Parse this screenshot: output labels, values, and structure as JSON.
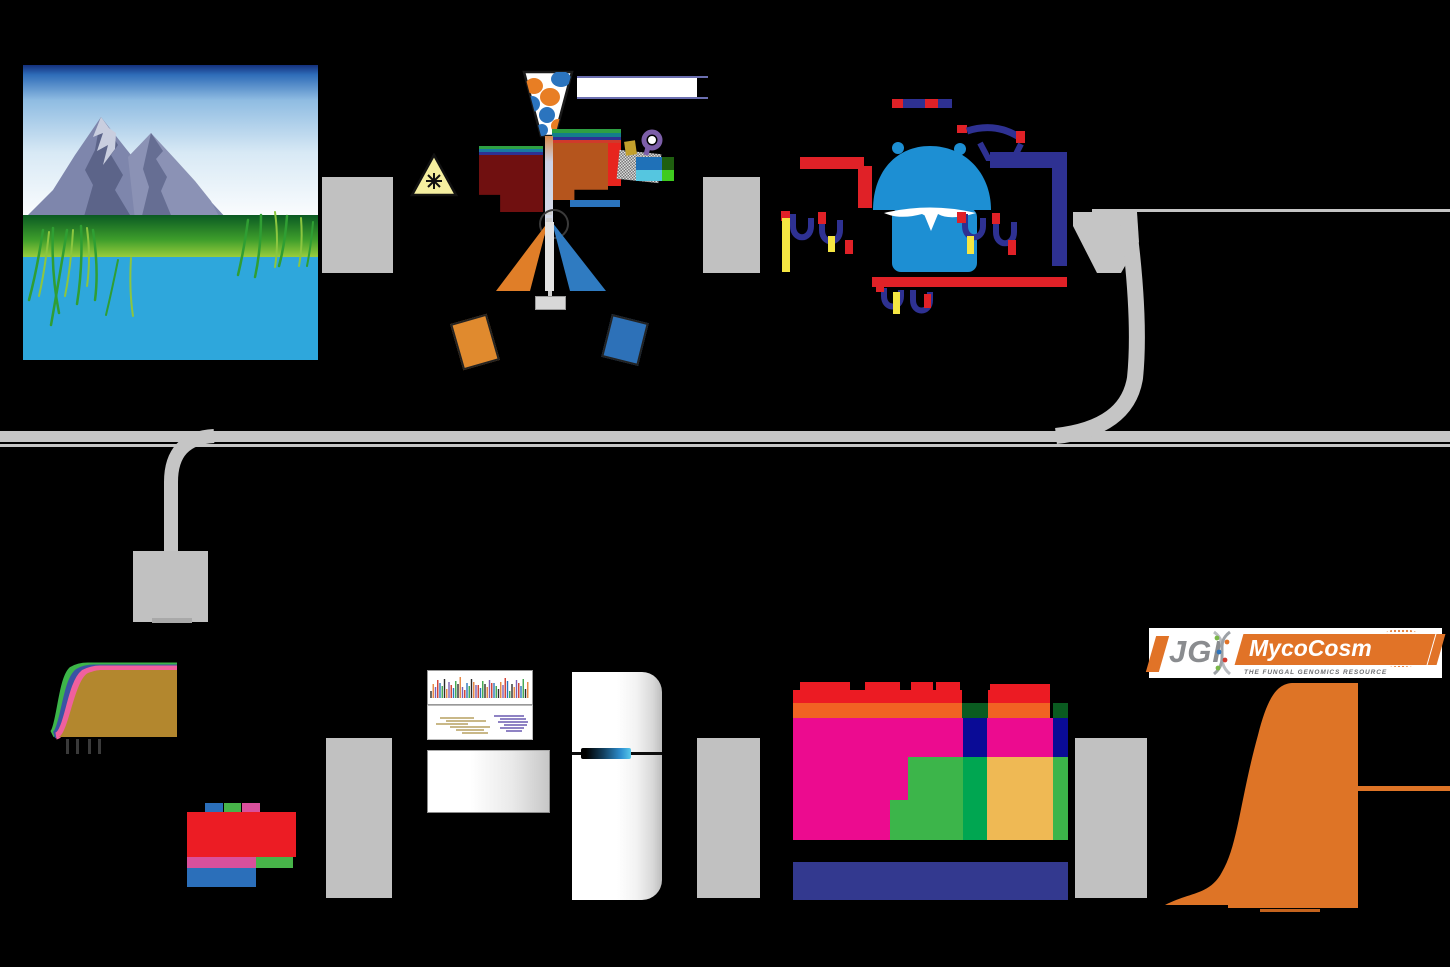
{
  "branding": {
    "jgi_label": "JGI",
    "product_name": "MycoCosm",
    "tagline": "THE FUNGAL GENOMICS RESOURCE"
  },
  "panels": [
    {
      "name": "environment-sample-photo",
      "content": "mountain-grass-pond-illustration"
    },
    {
      "name": "facs-cell-sorter",
      "content": "funnel-laser-deflection-tubes"
    },
    {
      "name": "mda-amplification",
      "content": "polymerase-dna-strands-primers"
    },
    {
      "name": "qpcr-amplification-curves",
      "curve_colors": [
        "#3DB54A",
        "#3A53A4",
        "#F0609E",
        "#B3872E"
      ]
    },
    {
      "name": "marker-gene-screening-blocks",
      "block_colors": [
        "#EC1C24",
        "#D9509C",
        "#47B449",
        "#2B6FBA"
      ]
    },
    {
      "name": "sanger-trace-and-read-alignment",
      "alignment_colors": [
        "#C9B888",
        "#8F83C4"
      ]
    },
    {
      "name": "sequencer-instrument",
      "screen_color": "#2e8fd0"
    },
    {
      "name": "assembly-binning-blocks",
      "block_colors": [
        "#EC1B23",
        "#F16223",
        "#0A5B20",
        "#EC0B8F",
        "#0A0B96",
        "#3CB54A",
        "#00A651",
        "#EFB954",
        "#33398F"
      ]
    },
    {
      "name": "mycocosm-genome-growth-curve",
      "fill_color": "#DE7426"
    }
  ],
  "icons": [
    "laser-warning-icon",
    "detector-camera-icon",
    "magnifier-icon",
    "noise-filter-icon",
    "sample-funnel-icon",
    "collection-tube-orange-icon",
    "collection-tube-blue-icon",
    "flow-arrow-icon",
    "dna-helix-icon",
    "polymerase-icon",
    "primer-squiggle-icon"
  ],
  "palette": {
    "background": "#000000",
    "connector_gray": "#C5C5C5",
    "arrow_gray": "#C1C1C1",
    "facs_maroon": "#701010",
    "facs_rust": "#B5551D",
    "facs_red": "#E7251E",
    "facs_orange": "#E07E28",
    "facs_blue": "#2F7BC1",
    "laser_yellow": "#F5EFA0",
    "mda_blue": "#1D8FD3",
    "mda_red": "#E02127",
    "mda_navy": "#2E3192",
    "mda_yellow": "#F5E642",
    "water_blue": "#2EA7DC",
    "brand_orange": "#E17327",
    "growth_orange": "#DE7426"
  },
  "trace_peak_colors": [
    "#D23B2F",
    "#2B74BE",
    "#3DA64B",
    "#2B2B2B",
    "#E8843C",
    "#7B5FB5"
  ]
}
